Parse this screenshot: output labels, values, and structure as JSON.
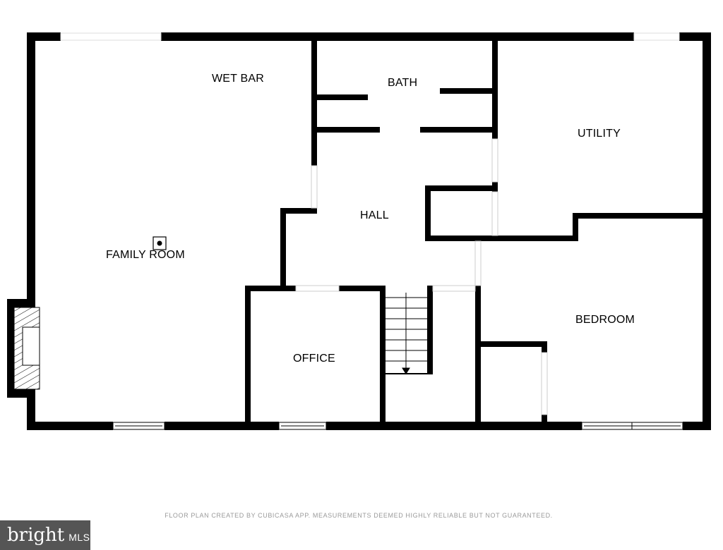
{
  "rooms": {
    "wet_bar": "WET BAR",
    "bath": "BATH",
    "utility": "UTILITY",
    "hall": "HALL",
    "family_room": "FAMILY ROOM",
    "office": "OFFICE",
    "bedroom": "BEDROOM"
  },
  "footer": {
    "disclaimer": "FLOOR PLAN CREATED BY CUBICASA APP. MEASUREMENTS DEEMED HIGHLY RELIABLE BUT NOT GUARANTEED."
  },
  "logo": {
    "brand": "bright",
    "suffix": "MLS"
  },
  "colors": {
    "wall": "#000000",
    "background": "#ffffff",
    "logo_bg": "#555555",
    "disclaimer_text": "#9a9a9a"
  }
}
